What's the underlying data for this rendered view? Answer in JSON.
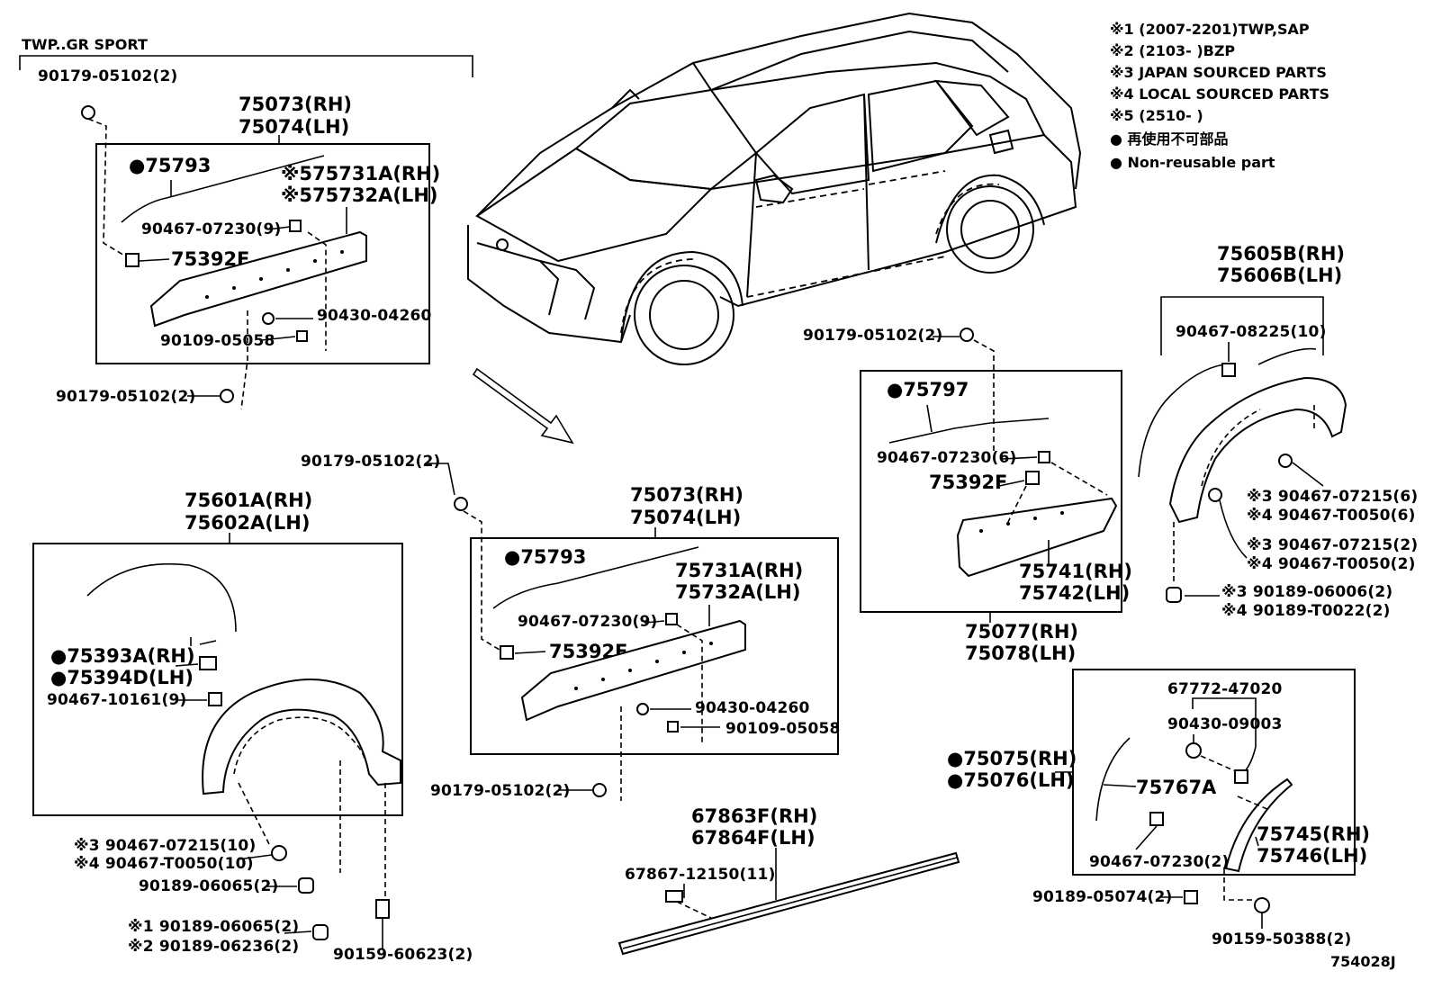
{
  "header": {
    "variant": "TWP..GR SPORT"
  },
  "notes": [
    "※1 (2007-2201)TWP,SAP",
    "※2 (2103-     )BZP",
    "※3 JAPAN SOURCED PARTS",
    "※4 LOCAL SOURCED PARTS",
    "※5 (2510-     )",
    "● 再使用不可部品",
    "● Non-reusable part"
  ],
  "illustration_code": "754028J",
  "groupA": {
    "screw_top": "90179-05102(2)",
    "title_rh": "75073(RH)",
    "title_lh": "75074(LH)",
    "seal": "●75793",
    "moulding_rh": "※575731A(RH)",
    "moulding_lh": "※575732A(LH)",
    "clip": "90467-07230(9)",
    "retainer": "75392F",
    "nut": "90430-04260",
    "screw": "90109-05058",
    "screw_bottom": "90179-05102(2)"
  },
  "groupB": {
    "title_rh": "75601A(RH)",
    "title_lh": "75602A(LH)",
    "pad_rh": "●75393A(RH)",
    "pad_lh": "●75394D(LH)",
    "clip": "90467-10161(9)",
    "clip_j": "※3 90467-07215(10)",
    "clip_l": "※4 90467-T0050(10)",
    "nut": "90189-06065(2)",
    "nut1": "※1 90189-06065(2)",
    "nut2": "※2 90189-06236(2)",
    "screw": "90159-60623(2)"
  },
  "groupC": {
    "screw_top": "90179-05102(2)",
    "title_rh": "75073(RH)",
    "title_lh": "75074(LH)",
    "seal": "●75793",
    "moulding_rh": "75731A(RH)",
    "moulding_lh": "75732A(LH)",
    "clip": "90467-07230(9)",
    "retainer": "75392F",
    "nut": "90430-04260",
    "screw": "90109-05058",
    "screw_bottom": "90179-05102(2)"
  },
  "groupD": {
    "screw_top": "90179-05102(2)",
    "seal": "●75797",
    "clip": "90467-07230(6)",
    "retainer": "75392F",
    "moulding_rh": "75741(RH)",
    "moulding_lh": "75742(LH)",
    "title_rh": "75077(RH)",
    "title_lh": "75078(LH)"
  },
  "groupE": {
    "title_rh": "75605B(RH)",
    "title_lh": "75606B(LH)",
    "clip": "90467-08225(10)",
    "clip1_j": "※3 90467-07215(6)",
    "clip1_l": "※4 90467-T0050(6)",
    "clip2_j": "※3 90467-07215(2)",
    "clip2_l": "※4 90467-T0050(2)",
    "nut_j": "※3 90189-06006(2)",
    "nut_l": "※4 90189-T0022(2)"
  },
  "groupF": {
    "title_rh": "67863F(RH)",
    "title_lh": "67864F(LH)",
    "clip": "67867-12150(11)"
  },
  "groupG": {
    "title_rh": "●75075(RH)",
    "title_lh": "●75076(LH)",
    "bracket": "67772-47020",
    "nut": "90430-09003",
    "seal": "75767A",
    "moulding_rh": "75745(RH)",
    "moulding_lh": "75746(LH)",
    "clip": "90467-07230(2)",
    "nut2": "90189-05074(2)",
    "screw": "90159-50388(2)"
  }
}
